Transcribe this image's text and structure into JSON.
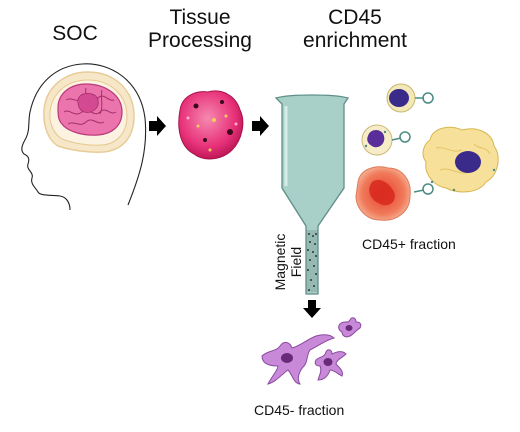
{
  "steps": {
    "soc": "SOC",
    "tissue_line1": "Tissue",
    "tissue_line2": "Processing",
    "cd45_line1": "CD45",
    "cd45_line2": "enrichment"
  },
  "labels": {
    "magnetic_line1": "Magnetic",
    "magnetic_line2": "Field",
    "cd45_pos": "CD45+ fraction",
    "cd45_neg": "CD45- fraction"
  },
  "colors": {
    "brain": "#e86aa8",
    "tissue": "#e8327a",
    "column": "#a9cfc9",
    "microglia": "#b86ac8",
    "arrow": "#000000"
  }
}
